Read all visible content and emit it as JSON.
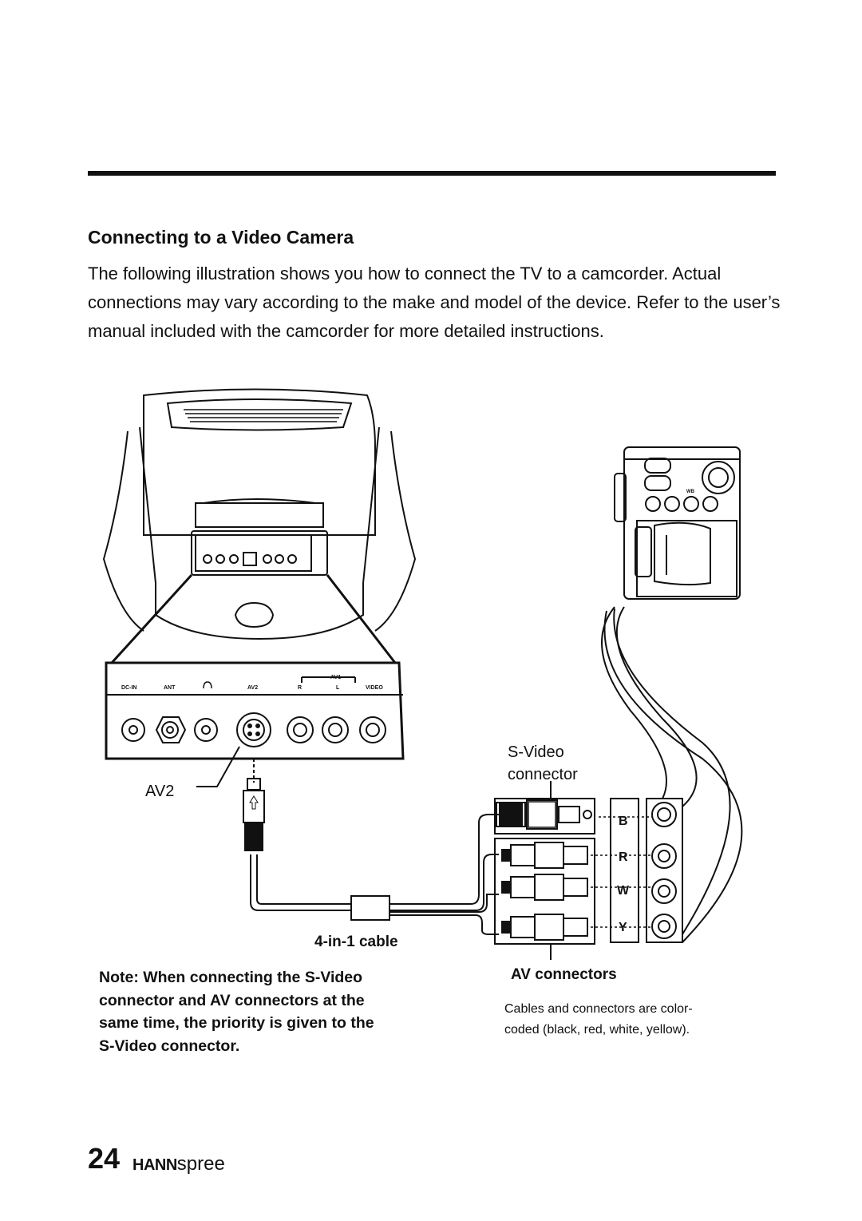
{
  "page": {
    "title": "Connecting to a Video Camera",
    "intro": "The following illustration shows you how to connect the TV to a camcorder. Actual connections may vary according to the make and model of the device. Refer to the user’s manual included with the camcorder for more detailed instructions.",
    "note": "Note: When connecting the S-Video connector and AV connectors at the same time, the priority is given to the S-Video connector.",
    "page_number": "24",
    "brand_bold": "HANN",
    "brand_light": "spree"
  },
  "diagram": {
    "panel_labels": [
      "DC-IN",
      "ANT",
      "AV2",
      "R",
      "L",
      "VIDEO"
    ],
    "av1_label": "AV1",
    "av2_callout": "AV2",
    "svideo_label_line1": "S-Video",
    "svideo_label_line2": "connector",
    "cable_label": "4-in-1 cable",
    "av_connectors_label": "AV connectors",
    "plug_letters": [
      "B",
      "R",
      "W",
      "Y"
    ],
    "caption": "Cables and connectors are color-coded (black, red, white, yellow).",
    "caption_line1": "Cables and connectors are color-",
    "caption_line2": "coded (black, red, white, yellow).",
    "camera_button_label": "WB"
  }
}
